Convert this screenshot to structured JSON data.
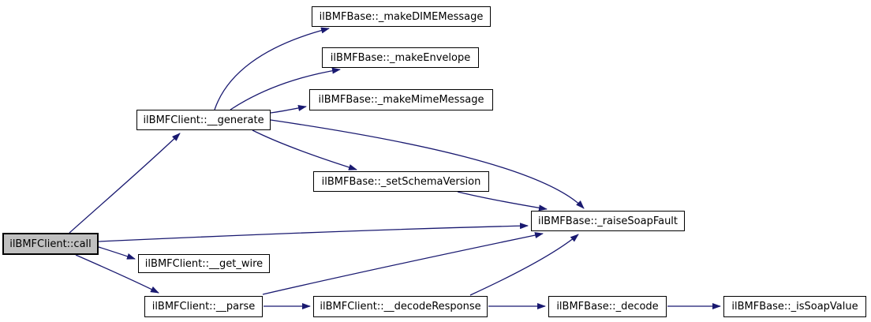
{
  "diagram": {
    "type": "call-graph",
    "background": "#ffffff",
    "colors": {
      "edge": "#191970",
      "node_border": "#000000",
      "node_fill": "#ffffff",
      "root_node_fill": "#c0c0c0",
      "text": "#000000"
    },
    "nodes": [
      {
        "id": "call",
        "label": "ilBMFClient::call",
        "root": true
      },
      {
        "id": "generate",
        "label": "ilBMFClient::__generate",
        "root": false
      },
      {
        "id": "makeDIMEMessage",
        "label": "ilBMFBase::_makeDIMEMessage",
        "root": false
      },
      {
        "id": "makeEnvelope",
        "label": "ilBMFBase::_makeEnvelope",
        "root": false
      },
      {
        "id": "makeMimeMessage",
        "label": "ilBMFBase::_makeMimeMessage",
        "root": false
      },
      {
        "id": "setSchemaVersion",
        "label": "ilBMFBase::_setSchemaVersion",
        "root": false
      },
      {
        "id": "raiseSoapFault",
        "label": "ilBMFBase::_raiseSoapFault",
        "root": false
      },
      {
        "id": "getWire",
        "label": "ilBMFClient::__get_wire",
        "root": false
      },
      {
        "id": "parse",
        "label": "ilBMFClient::__parse",
        "root": false
      },
      {
        "id": "decodeResponse",
        "label": "ilBMFClient::__decodeResponse",
        "root": false
      },
      {
        "id": "decode",
        "label": "ilBMFBase::_decode",
        "root": false
      },
      {
        "id": "isSoapValue",
        "label": "ilBMFBase::_isSoapValue",
        "root": false
      }
    ],
    "edges": [
      {
        "from": "call",
        "to": "generate"
      },
      {
        "from": "call",
        "to": "raiseSoapFault"
      },
      {
        "from": "call",
        "to": "getWire"
      },
      {
        "from": "call",
        "to": "parse"
      },
      {
        "from": "generate",
        "to": "makeDIMEMessage"
      },
      {
        "from": "generate",
        "to": "makeEnvelope"
      },
      {
        "from": "generate",
        "to": "makeMimeMessage"
      },
      {
        "from": "generate",
        "to": "setSchemaVersion"
      },
      {
        "from": "generate",
        "to": "raiseSoapFault"
      },
      {
        "from": "setSchemaVersion",
        "to": "raiseSoapFault"
      },
      {
        "from": "parse",
        "to": "decodeResponse"
      },
      {
        "from": "parse",
        "to": "raiseSoapFault"
      },
      {
        "from": "decodeResponse",
        "to": "raiseSoapFault"
      },
      {
        "from": "decodeResponse",
        "to": "decode"
      },
      {
        "from": "decode",
        "to": "isSoapValue"
      }
    ]
  }
}
